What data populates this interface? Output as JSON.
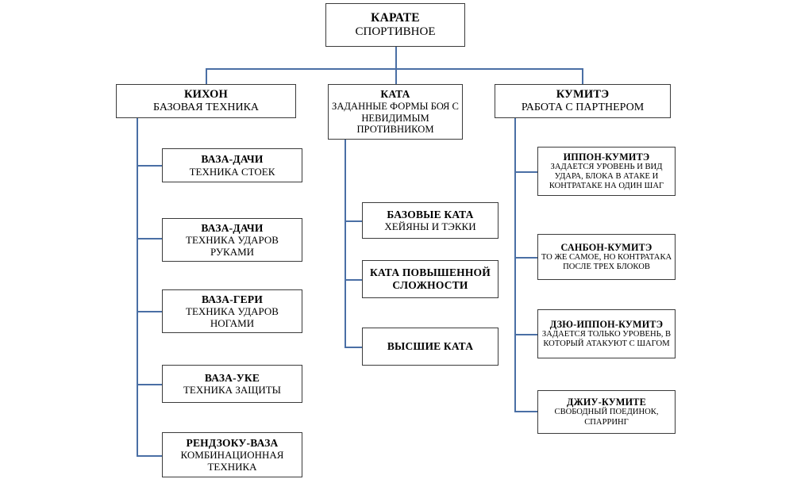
{
  "diagram": {
    "title": "КАРАТЕ СПОРТИВНОЕ",
    "line_color": "#4a6fa5",
    "border_color": "#3b3b3b",
    "text_color": "#000000"
  },
  "root": {
    "title": "КАРАТЕ",
    "subtitle": "СПОРТИВНОЕ"
  },
  "branches": [
    {
      "title": "КИХОН",
      "subtitle": "БАЗОВАЯ ТЕХНИКА",
      "children": [
        {
          "title": "ВАЗА-ДАЧИ",
          "subtitle": "ТЕХНИКА СТОЕК"
        },
        {
          "title": "ВАЗА-ДАЧИ",
          "subtitle": "ТЕХНИКА УДАРОВ РУКАМИ"
        },
        {
          "title": "ВАЗА-ГЕРИ",
          "subtitle": "ТЕХНИКА УДАРОВ НОГАМИ"
        },
        {
          "title": "ВАЗА-УКЕ",
          "subtitle": "ТЕХНИКА ЗАЩИТЫ"
        },
        {
          "title": "РЕНДЗОКУ-ВАЗА",
          "subtitle": "КОМБИНАЦИОННАЯ ТЕХНИКА"
        }
      ]
    },
    {
      "title": "КАТА",
      "subtitle": "ЗАДАННЫЕ ФОРМЫ БОЯ С НЕВИДИМЫМ ПРОТИВНИКОМ",
      "children": [
        {
          "title": "БАЗОВЫЕ КАТА",
          "subtitle": "ХЕЙЯНЫ И ТЭККИ"
        },
        {
          "title": "КАТА ПОВЫШЕННОЙ СЛОЖНОСТИ",
          "subtitle": ""
        },
        {
          "title": "ВЫСШИЕ КАТА",
          "subtitle": ""
        }
      ]
    },
    {
      "title": "КУМИТЭ",
      "subtitle": "РАБОТА С ПАРТНЕРОМ",
      "children": [
        {
          "title": "ИППОН-КУМИТЭ",
          "subtitle": "ЗАДАЕТСЯ УРОВЕНЬ И ВИД УДАРА, БЛОКА В АТАКЕ И КОНТРАТАКЕ НА ОДИН ШАГ"
        },
        {
          "title": "САНБОН-КУМИТЭ",
          "subtitle": "ТО ЖЕ САМОЕ, НО КОНТРАТАКА ПОСЛЕ ТРЕХ БЛОКОВ"
        },
        {
          "title": "ДЗЮ-ИППОН-КУМИТЭ",
          "subtitle": "ЗАДАЕТСЯ ТОЛЬКО УРОВЕНЬ, В КОТОРЫЙ АТАКУЮТ С ШАГОМ"
        },
        {
          "title": "ДЖИУ-КУМИТЕ",
          "subtitle": "СВОБОДНЫЙ ПОЕДИНОК, СПАРРИНГ"
        }
      ]
    }
  ]
}
